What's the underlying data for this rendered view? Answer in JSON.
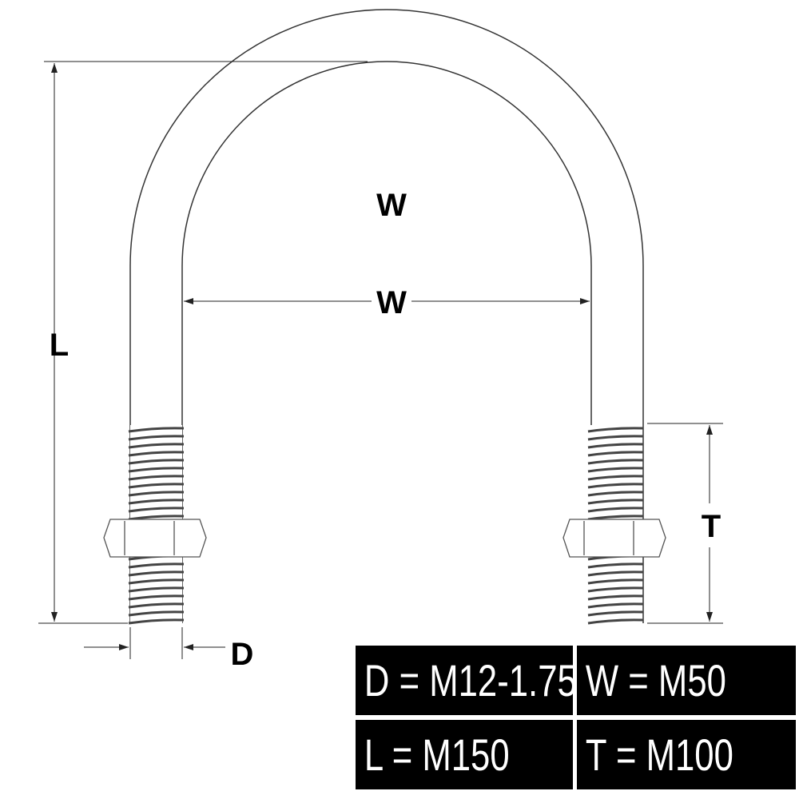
{
  "diagram": {
    "title_labels": {
      "w_top": "W",
      "w_dim": "W",
      "l_dim": "L",
      "t_dim": "T",
      "d_dim": "D"
    },
    "spec_table": [
      {
        "text": "D = M12-1.75"
      },
      {
        "text": "W = M50"
      },
      {
        "text": "L = M150"
      },
      {
        "text": "T = M100"
      }
    ]
  }
}
